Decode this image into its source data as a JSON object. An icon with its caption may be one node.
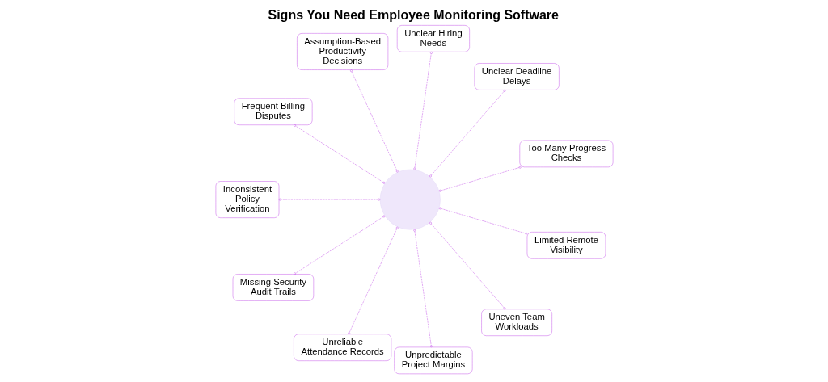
{
  "diagram": {
    "title": "Signs You Need Employee Monitoring Software",
    "nodes": [
      {
        "text": [],
        "shape": "circle"
      },
      {
        "text": [
          "Too Many Progress Checks"
        ]
      },
      {
        "text": [
          "Unclear Deadline Delays"
        ]
      },
      {
        "text": [
          "Unclear Hiring Needs"
        ]
      },
      {
        "text": [
          "Assumption-Based Productivity Decisions"
        ]
      },
      {
        "text": [
          "Frequent Billing Disputes"
        ]
      },
      {
        "text": [
          "Inconsistent Policy Verification"
        ]
      },
      {
        "text": [
          "Missing Security Audit Trails"
        ]
      },
      {
        "text": [
          "Unreliable Attendance Records"
        ]
      },
      {
        "text": [
          "Unpredictable Project Margins"
        ]
      },
      {
        "text": [
          "Uneven Team Workloads"
        ]
      },
      {
        "text": [
          "Limited Remote Visibility"
        ]
      }
    ],
    "edges": [
      {
        "from": 0,
        "to": 1,
        "arrow": "other",
        "style": "dashed"
      },
      {
        "from": 0,
        "to": 2,
        "arrow": "other",
        "style": "dashed"
      },
      {
        "from": 0,
        "to": 3,
        "arrow": "other",
        "style": "dashed"
      },
      {
        "from": 0,
        "to": 4,
        "arrow": "other",
        "style": "dashed"
      },
      {
        "from": 0,
        "to": 5,
        "arrow": "other",
        "style": "dashed"
      },
      {
        "from": 0,
        "to": 6,
        "arrow": "other",
        "style": "dashed"
      },
      {
        "from": 0,
        "to": 7,
        "arrow": "other",
        "style": "dashed"
      },
      {
        "from": 0,
        "to": 8,
        "arrow": "other",
        "style": "dashed"
      },
      {
        "from": 0,
        "to": 9,
        "arrow": "other",
        "style": "dashed"
      },
      {
        "from": 0,
        "to": 10,
        "arrow": "other",
        "style": "dashed"
      },
      {
        "from": 0,
        "to": 11,
        "arrow": "other",
        "style": "dashed"
      }
    ]
  }
}
